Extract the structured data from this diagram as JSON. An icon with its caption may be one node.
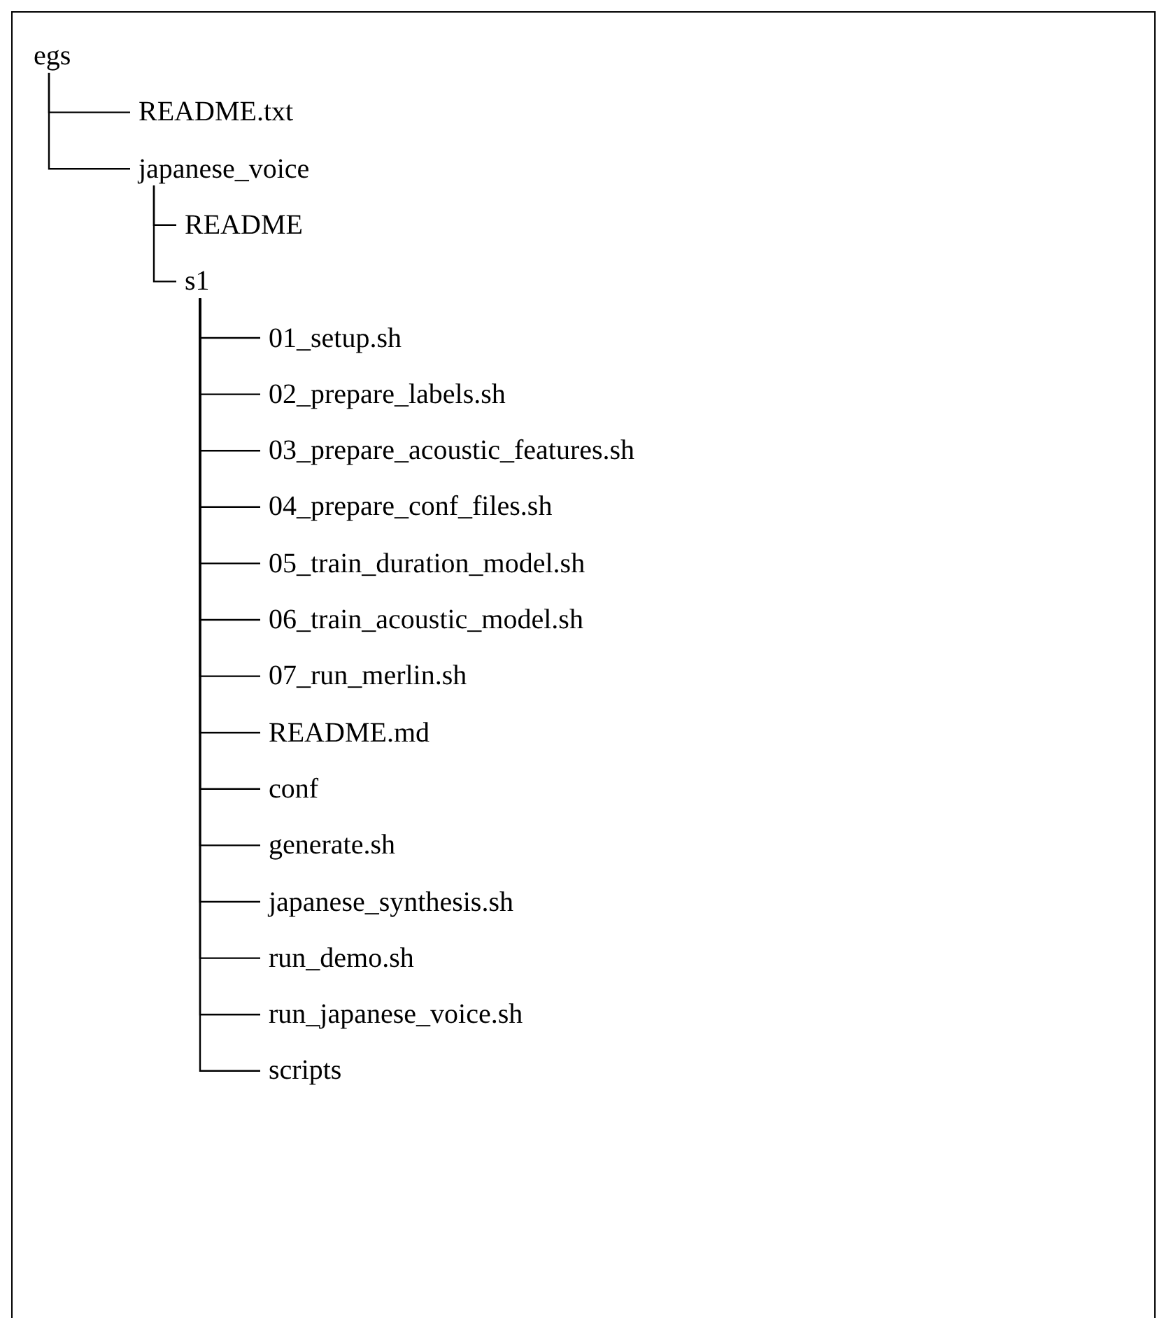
{
  "diagram": {
    "nodes": [
      {
        "text": [
          "egs"
        ]
      },
      {
        "text": [
          "README.txt"
        ]
      },
      {
        "text": [
          "japanese_voice"
        ]
      },
      {
        "text": [
          "README"
        ]
      },
      {
        "text": [
          "s1"
        ]
      },
      {
        "text": [
          "01_setup.sh"
        ]
      },
      {
        "text": [
          "02_prepare_labels.sh"
        ]
      },
      {
        "text": [
          "03_prepare_acoustic_features.sh"
        ]
      },
      {
        "text": [
          "04_prepare_conf_files.sh"
        ]
      },
      {
        "text": [
          "05_train_duration_model.sh"
        ]
      },
      {
        "text": [
          "06_train_acoustic_model.sh"
        ]
      },
      {
        "text": [
          "07_run_merlin.sh"
        ]
      },
      {
        "text": [
          "README.md"
        ]
      },
      {
        "text": [
          "conf"
        ]
      },
      {
        "text": [
          "generate.sh"
        ]
      },
      {
        "text": [
          "japanese_synthesis.sh"
        ]
      },
      {
        "text": [
          "run_demo.sh"
        ]
      },
      {
        "text": [
          "run_japanese_voice.sh"
        ]
      },
      {
        "text": [
          "scripts"
        ]
      }
    ],
    "edges": [
      {
        "from": 0,
        "to": 1,
        "arrow": "none"
      },
      {
        "from": 0,
        "to": 2,
        "arrow": "none"
      },
      {
        "from": 2,
        "to": 3,
        "arrow": "none"
      },
      {
        "from": 2,
        "to": 4,
        "arrow": "none"
      },
      {
        "from": 4,
        "to": 5,
        "arrow": "none"
      },
      {
        "from": 4,
        "to": 6,
        "arrow": "none"
      },
      {
        "from": 4,
        "to": 7,
        "arrow": "none"
      },
      {
        "from": 4,
        "to": 8,
        "arrow": "none"
      },
      {
        "from": 4,
        "to": 9,
        "arrow": "none"
      },
      {
        "from": 4,
        "to": 10,
        "arrow": "none"
      },
      {
        "from": 4,
        "to": 11,
        "arrow": "none"
      },
      {
        "from": 4,
        "to": 12,
        "arrow": "none"
      },
      {
        "from": 4,
        "to": 13,
        "arrow": "none"
      },
      {
        "from": 4,
        "to": 14,
        "arrow": "none"
      },
      {
        "from": 4,
        "to": 15,
        "arrow": "none"
      },
      {
        "from": 4,
        "to": 16,
        "arrow": "none"
      },
      {
        "from": 4,
        "to": 17,
        "arrow": "none"
      },
      {
        "from": 4,
        "to": 18,
        "arrow": "none"
      }
    ]
  }
}
